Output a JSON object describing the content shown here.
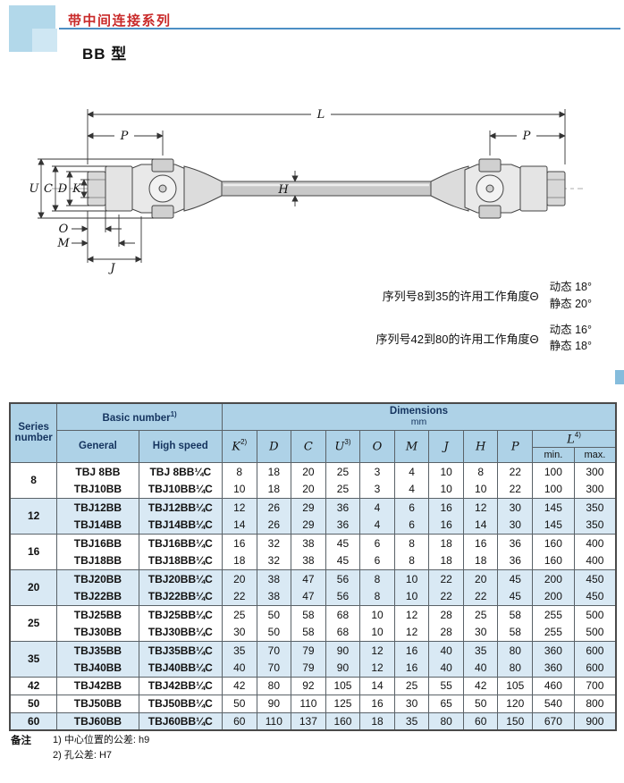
{
  "header": {
    "series_title": "带中间连接系列",
    "type_title": "BB 型"
  },
  "drawing": {
    "labels": {
      "L": "L",
      "P_left": "P",
      "P_right": "P",
      "U": "U",
      "C": "C",
      "D": "D",
      "K": "K",
      "H": "H",
      "O": "O",
      "M": "M",
      "J": "J"
    }
  },
  "angle_notes": [
    {
      "text": "序列号8到35的许用工作角度Θ",
      "dynamic_label": "动态",
      "dynamic_value": "18°",
      "static_label": "静态",
      "static_value": "20°"
    },
    {
      "text": "序列号42到80的许用工作角度Θ",
      "dynamic_label": "动态",
      "dynamic_value": "16°",
      "static_label": "静态",
      "static_value": "18°"
    }
  ],
  "table": {
    "header": {
      "series_number": "Series number",
      "basic_number": "Basic number",
      "basic_number_sup": "1)",
      "general": "General",
      "high_speed": "High speed",
      "dimensions": "Dimensions",
      "unit": "mm",
      "columns": [
        {
          "label": "K",
          "sup": "2)"
        },
        {
          "label": "D",
          "sup": ""
        },
        {
          "label": "C",
          "sup": ""
        },
        {
          "label": "U",
          "sup": "3)"
        },
        {
          "label": "O",
          "sup": ""
        },
        {
          "label": "M",
          "sup": ""
        },
        {
          "label": "J",
          "sup": ""
        },
        {
          "label": "H",
          "sup": ""
        },
        {
          "label": "P",
          "sup": ""
        }
      ],
      "l_label": "L",
      "l_sup": "4)",
      "l_min": "min.",
      "l_max": "max."
    },
    "groups": [
      {
        "series": "8",
        "shaded": false,
        "rows": [
          {
            "general": "TBJ 8BB",
            "high_speed": "TBJ 8BB¼C",
            "values": [
              8,
              18,
              20,
              25,
              3,
              4,
              10,
              8,
              22,
              100,
              300
            ]
          },
          {
            "general": "TBJ10BB",
            "high_speed": "TBJ10BB¼C",
            "values": [
              10,
              18,
              20,
              25,
              3,
              4,
              10,
              10,
              22,
              100,
              300
            ]
          }
        ]
      },
      {
        "series": "12",
        "shaded": true,
        "rows": [
          {
            "general": "TBJ12BB",
            "high_speed": "TBJ12BB¼C",
            "values": [
              12,
              26,
              29,
              36,
              4,
              6,
              16,
              12,
              30,
              145,
              350
            ]
          },
          {
            "general": "TBJ14BB",
            "high_speed": "TBJ14BB¼C",
            "values": [
              14,
              26,
              29,
              36,
              4,
              6,
              16,
              14,
              30,
              145,
              350
            ]
          }
        ]
      },
      {
        "series": "16",
        "shaded": false,
        "rows": [
          {
            "general": "TBJ16BB",
            "high_speed": "TBJ16BB¼C",
            "values": [
              16,
              32,
              38,
              45,
              6,
              8,
              18,
              16,
              36,
              160,
              400
            ]
          },
          {
            "general": "TBJ18BB",
            "high_speed": "TBJ18BB¼C",
            "values": [
              18,
              32,
              38,
              45,
              6,
              8,
              18,
              18,
              36,
              160,
              400
            ]
          }
        ]
      },
      {
        "series": "20",
        "shaded": true,
        "rows": [
          {
            "general": "TBJ20BB",
            "high_speed": "TBJ20BB¼C",
            "values": [
              20,
              38,
              47,
              56,
              8,
              10,
              22,
              20,
              45,
              200,
              450
            ]
          },
          {
            "general": "TBJ22BB",
            "high_speed": "TBJ22BB¼C",
            "values": [
              22,
              38,
              47,
              56,
              8,
              10,
              22,
              22,
              45,
              200,
              450
            ]
          }
        ]
      },
      {
        "series": "25",
        "shaded": false,
        "rows": [
          {
            "general": "TBJ25BB",
            "high_speed": "TBJ25BB¼C",
            "values": [
              25,
              50,
              58,
              68,
              10,
              12,
              28,
              25,
              58,
              255,
              500
            ]
          },
          {
            "general": "TBJ30BB",
            "high_speed": "TBJ30BB¼C",
            "values": [
              30,
              50,
              58,
              68,
              10,
              12,
              28,
              30,
              58,
              255,
              500
            ]
          }
        ]
      },
      {
        "series": "35",
        "shaded": true,
        "rows": [
          {
            "general": "TBJ35BB",
            "high_speed": "TBJ35BB¼C",
            "values": [
              35,
              70,
              79,
              90,
              12,
              16,
              40,
              35,
              80,
              360,
              600
            ]
          },
          {
            "general": "TBJ40BB",
            "high_speed": "TBJ40BB¼C",
            "values": [
              40,
              70,
              79,
              90,
              12,
              16,
              40,
              40,
              80,
              360,
              600
            ]
          }
        ]
      },
      {
        "series": "42",
        "shaded": false,
        "rows": [
          {
            "general": "TBJ42BB",
            "high_speed": "TBJ42BB¼C",
            "values": [
              42,
              80,
              92,
              105,
              14,
              25,
              55,
              42,
              105,
              460,
              700
            ]
          }
        ]
      },
      {
        "series": "50",
        "shaded": false,
        "rows": [
          {
            "general": "TBJ50BB",
            "high_speed": "TBJ50BB¼C",
            "values": [
              50,
              90,
              110,
              125,
              16,
              30,
              65,
              50,
              120,
              540,
              800
            ]
          }
        ]
      },
      {
        "series": "60",
        "shaded": true,
        "rows": [
          {
            "general": "TBJ60BB",
            "high_speed": "TBJ60BB¼C",
            "values": [
              60,
              110,
              137,
              160,
              18,
              35,
              80,
              60,
              150,
              670,
              900
            ]
          }
        ]
      }
    ]
  },
  "notes": {
    "label": "备注",
    "items": [
      "1) 中心位置的公差: h9",
      "2) 孔公差: H7"
    ]
  }
}
